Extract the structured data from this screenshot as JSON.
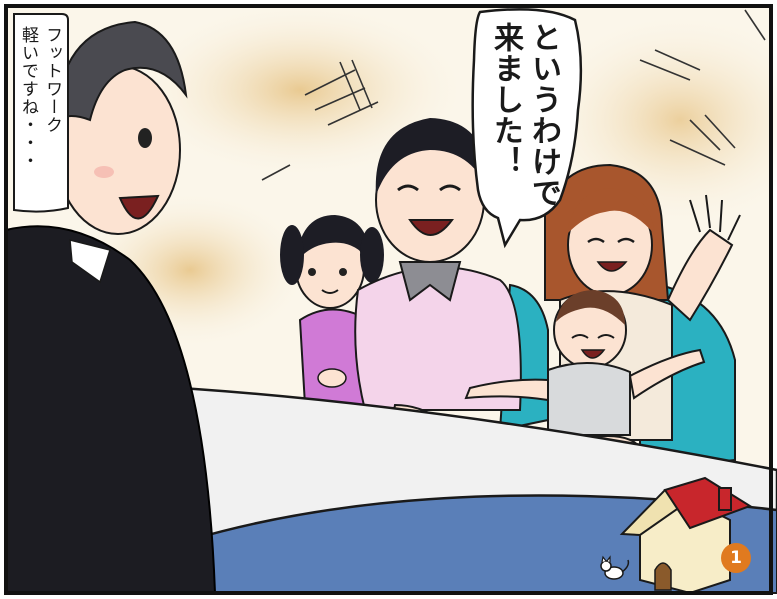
{
  "speech": {
    "agent": {
      "lines": [
        "フットワーク",
        "軽いですね・・・"
      ]
    },
    "father": {
      "lines": [
        "というわけで",
        "来ました！"
      ]
    }
  },
  "page_badge": "1",
  "colors": {
    "panel_bg": "#fbf6ea",
    "glow": "#e9c98d",
    "suit": "#1c1c22",
    "table": "#f1f1f1",
    "floor": "#5a7fb8",
    "chair": "#2bb1c1",
    "house_roof": "#c8262c",
    "house_wall": "#f7edc8",
    "badge": "#e07a1f"
  }
}
